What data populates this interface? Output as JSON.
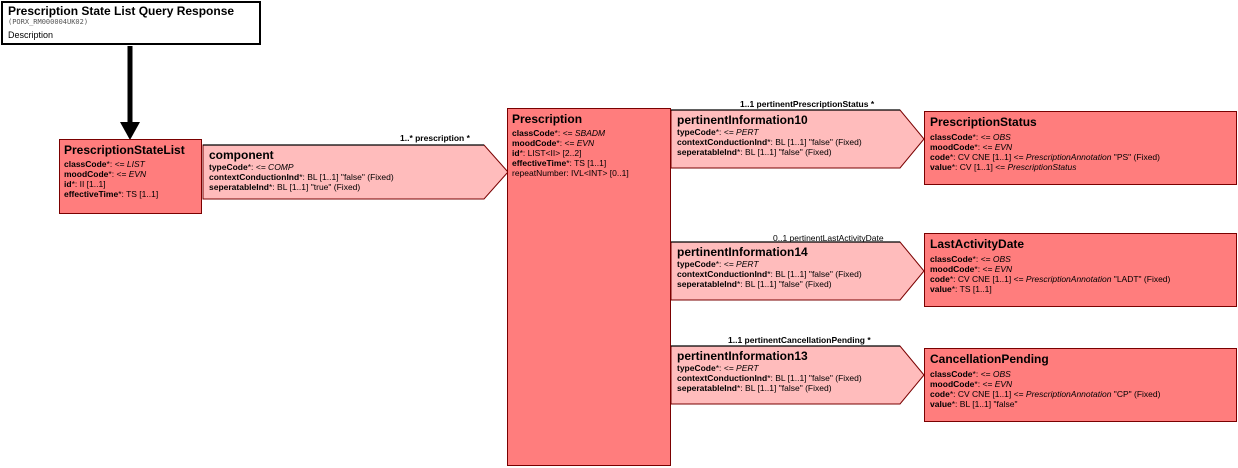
{
  "header": {
    "title": "Prescription State List Query Response",
    "id": "(PORX_RM000004UK02)",
    "desc": "Description"
  },
  "psl": {
    "title": "PrescriptionStateList",
    "a": [
      {
        "n": "classCode",
        "s": "*: ",
        "v": "<= LIST",
        "it": true
      },
      {
        "n": "moodCode",
        "s": "*: ",
        "v": "<= EVN",
        "it": true
      },
      {
        "n": "id",
        "s": "*: ",
        "v": "II [1..1]",
        "it": false
      },
      {
        "n": "effectiveTime",
        "s": "*: ",
        "v": "TS [1..1]",
        "it": false
      }
    ]
  },
  "component": {
    "title": "component",
    "assoc": "1..* prescription  *",
    "a": [
      {
        "n": "typeCode",
        "s": "*: ",
        "v": "<= COMP",
        "it": true
      },
      {
        "n": "contextConductionInd",
        "s": "*: ",
        "v": "BL [1..1] \"false\" (Fixed)",
        "it": false
      },
      {
        "n": "seperatableInd",
        "s": "*: ",
        "v": "BL [1..1] \"true\" (Fixed)",
        "it": false
      }
    ]
  },
  "prescription": {
    "title": "Prescription",
    "a": [
      {
        "n": "classCode",
        "s": "*: ",
        "v": "<= SBADM",
        "it": true
      },
      {
        "n": "moodCode",
        "s": "*: ",
        "v": "<= EVN",
        "it": true
      },
      {
        "n": "id",
        "s": "*: ",
        "v": "LIST<II> [2..2]",
        "it": false
      },
      {
        "n": "effectiveTime",
        "s": "*: ",
        "v": "TS [1..1]",
        "it": false
      },
      {
        "n": "",
        "s": "",
        "v": "repeatNumber: IVL<INT> [0..1]",
        "it": false
      }
    ]
  },
  "pi10": {
    "title": "pertinentInformation10",
    "assoc": "1..1 pertinentPrescriptionStatus  *",
    "a": [
      {
        "n": "typeCode",
        "s": "*: ",
        "v": "<= PERT",
        "it": true
      },
      {
        "n": "contextConductionInd",
        "s": "*: ",
        "v": "BL [1..1] \"false\" (Fixed)",
        "it": false
      },
      {
        "n": "seperatableInd",
        "s": "*: ",
        "v": "BL [1..1] \"false\" (Fixed)",
        "it": false
      }
    ]
  },
  "pi14": {
    "title": "pertinentInformation14",
    "assoc": "0..1 pertinentLastActivityDate",
    "a": [
      {
        "n": "typeCode",
        "s": "*: ",
        "v": "<= PERT",
        "it": true
      },
      {
        "n": "contextConductionInd",
        "s": "*: ",
        "v": "BL [1..1] \"false\" (Fixed)",
        "it": false
      },
      {
        "n": "seperatableInd",
        "s": "*: ",
        "v": "BL [1..1] \"false\" (Fixed)",
        "it": false
      }
    ]
  },
  "pi13": {
    "title": "pertinentInformation13",
    "assoc": "1..1 pertinentCancellationPending  *",
    "a": [
      {
        "n": "typeCode",
        "s": "*: ",
        "v": "<= PERT",
        "it": true
      },
      {
        "n": "contextConductionInd",
        "s": "*: ",
        "v": "BL [1..1] \"false\" (Fixed)",
        "it": false
      },
      {
        "n": "seperatableInd",
        "s": "*: ",
        "v": "BL [1..1] \"false\" (Fixed)",
        "it": false
      }
    ]
  },
  "ps": {
    "title": "PrescriptionStatus",
    "l1n": "classCode",
    "l1v": "<= OBS",
    "l2n": "moodCode",
    "l2v": "<= EVN",
    "l3n": "code",
    "l3a": "*: CV CNE [1..1] <= ",
    "l3i": "PrescriptionAnnotation",
    "l3b": " \"PS\" (Fixed)",
    "l4n": "value",
    "l4a": "*: CV [1..1] <= ",
    "l4i": "PrescriptionStatus"
  },
  "lad": {
    "title": "LastActivityDate",
    "l1n": "classCode",
    "l1v": "<= OBS",
    "l2n": "moodCode",
    "l2v": "<= EVN",
    "l3n": "code",
    "l3a": "*: CV CNE [1..1] <= ",
    "l3i": "PrescriptionAnnotation",
    "l3b": " \"LADT\" (Fixed)",
    "l4n": "value",
    "l4a": "*: TS [1..1]"
  },
  "cp": {
    "title": "CancellationPending",
    "l1n": "classCode",
    "l1v": "<= OBS",
    "l2n": "moodCode",
    "l2v": "<= EVN",
    "l3n": "code",
    "l3a": "*: CV CNE [1..1] <= ",
    "l3i": "PrescriptionAnnotation",
    "l3b": " \"CP\" (Fixed)",
    "l4n": "value",
    "l4a": "*: BL [1..1] \"false\""
  },
  "colors": {
    "class": "#ff7d7d",
    "rel": "#ffbcbc",
    "border": "#7a0000"
  }
}
